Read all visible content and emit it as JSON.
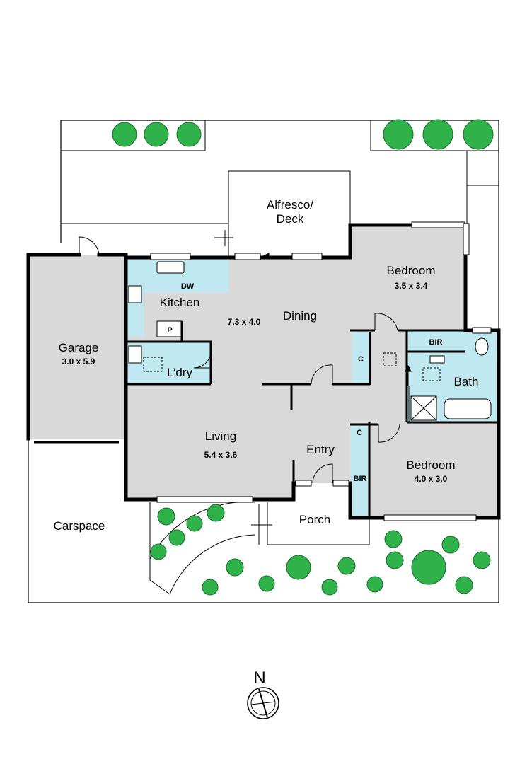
{
  "rooms": {
    "alfresco": {
      "name_line1": "Alfresco/",
      "name_line2": "Deck"
    },
    "bedroom1": {
      "name": "Bedroom",
      "dims": "3.5 x 3.4"
    },
    "kitchen": {
      "name": "Kitchen",
      "dw": "DW",
      "pantry": "P"
    },
    "dining": {
      "name": "Dining",
      "dims": "7.3 x 4.0"
    },
    "garage": {
      "name": "Garage",
      "dims": "3.0 x 5.9"
    },
    "laundry": {
      "name": "L’dry"
    },
    "bir1": "BIR",
    "bath": {
      "name": "Bath"
    },
    "cupboard1": "C",
    "cupboard2": "C",
    "living": {
      "name": "Living",
      "dims": "5.4 x 3.6"
    },
    "entry": {
      "name": "Entry"
    },
    "bedroom2": {
      "name": "Bedroom",
      "dims": "4.0 x 3.0"
    },
    "bir2": "BIR",
    "porch": {
      "name": "Porch"
    },
    "carspace": {
      "name": "Carspace"
    }
  },
  "compass": {
    "label": "N"
  },
  "colors": {
    "room_fill": "#d9d9d9",
    "wet_fill": "#bfe8f0",
    "wall": "#000000",
    "tree": "#2fb24a",
    "tree_dark": "#1a6e2c"
  }
}
